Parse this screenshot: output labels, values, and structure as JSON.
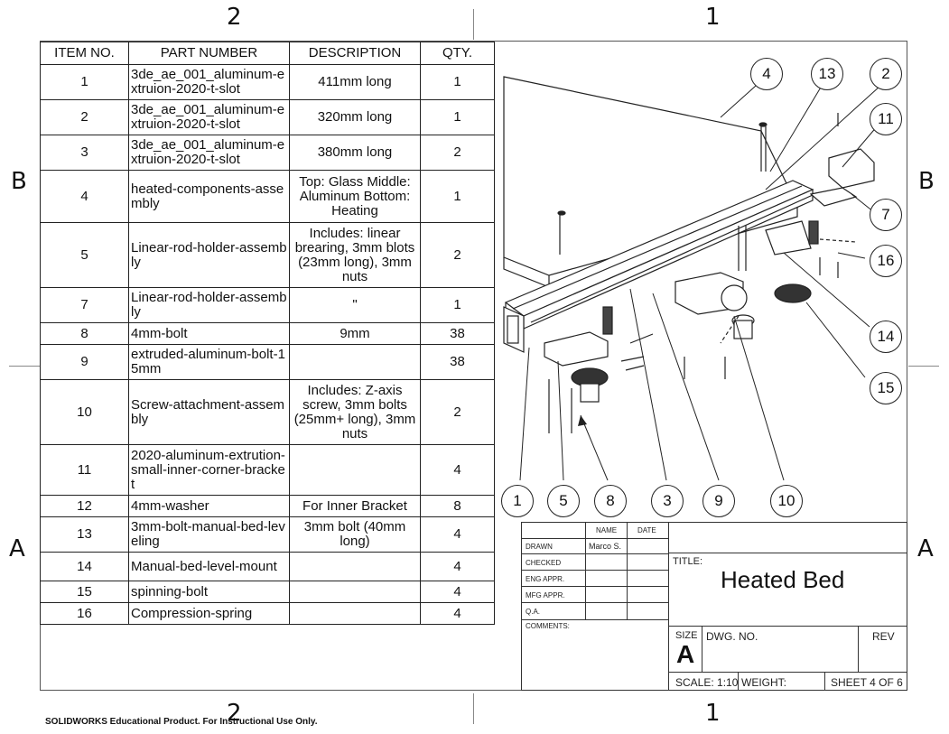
{
  "zones": {
    "top_left": "2",
    "top_right": "1",
    "bottom_left": "2",
    "bottom_right": "1",
    "left_upper": "B",
    "left_lower": "A",
    "right_upper": "B",
    "right_lower": "A"
  },
  "bom": {
    "headers": [
      "ITEM NO.",
      "PART NUMBER",
      "DESCRIPTION",
      "QTY."
    ],
    "rows": [
      {
        "item": "1",
        "part": "3de_ae_001_aluminum-extruion-2020-t-slot",
        "desc": "411mm long",
        "qty": "1"
      },
      {
        "item": "2",
        "part": "3de_ae_001_aluminum-extruion-2020-t-slot",
        "desc": "320mm long",
        "qty": "1"
      },
      {
        "item": "3",
        "part": "3de_ae_001_aluminum-extruion-2020-t-slot",
        "desc": "380mm long",
        "qty": "2"
      },
      {
        "item": "4",
        "part": "heated-components-assembly",
        "desc": "Top: Glass Middle: Aluminum Bottom: Heating",
        "qty": "1"
      },
      {
        "item": "5",
        "part": "Linear-rod-holder-assembly",
        "desc": "Includes: linear brearing, 3mm blots (23mm long), 3mm nuts",
        "qty": "2"
      },
      {
        "item": "7",
        "part": "Linear-rod-holder-assembly",
        "desc": "\"",
        "qty": "1"
      },
      {
        "item": "8",
        "part": "4mm-bolt",
        "desc": "9mm",
        "qty": "38"
      },
      {
        "item": "9",
        "part": "extruded-aluminum-bolt-15mm",
        "desc": "",
        "qty": "38"
      },
      {
        "item": "10",
        "part": "Screw-attachment-assembly",
        "desc": "Includes: Z-axis screw, 3mm bolts (25mm+ long), 3mm nuts",
        "qty": "2"
      },
      {
        "item": "11",
        "part": "2020-aluminum-extrution-small-inner-corner-bracket",
        "desc": "",
        "qty": "4"
      },
      {
        "item": "12",
        "part": "4mm-washer",
        "desc": "For Inner Bracket",
        "qty": "8"
      },
      {
        "item": "13",
        "part": "3mm-bolt-manual-bed-leveling",
        "desc": "3mm bolt (40mm long)",
        "qty": "4"
      },
      {
        "item": "14",
        "part": "Manual-bed-level-mount",
        "desc": "",
        "qty": "4"
      },
      {
        "item": "15",
        "part": "spinning-bolt",
        "desc": "",
        "qty": "4"
      },
      {
        "item": "16",
        "part": "Compression-spring",
        "desc": "",
        "qty": "4"
      }
    ]
  },
  "balloons": {
    "b4": "4",
    "b13": "13",
    "b2": "2",
    "b11": "11",
    "b7": "7",
    "b16": "16",
    "b14": "14",
    "b15": "15",
    "b1": "1",
    "b5": "5",
    "b8": "8",
    "b3": "3",
    "b9": "9",
    "b10": "10"
  },
  "title_block": {
    "name_header": "NAME",
    "date_header": "DATE",
    "drawn_label": "DRAWN",
    "drawn_name": "Marco S.",
    "checked_label": "CHECKED",
    "eng_label": "ENG APPR.",
    "mfg_label": "MFG APPR.",
    "qa_label": "Q.A.",
    "comments_label": "COMMENTS:",
    "title_label": "TITLE:",
    "title": "Heated Bed",
    "size_label": "SIZE",
    "size": "A",
    "dwg_label": "DWG.  NO.",
    "rev_label": "REV",
    "scale": "SCALE: 1:10",
    "weight": "WEIGHT:",
    "sheet": "SHEET 4 OF 6"
  },
  "footer": "SOLIDWORKS Educational Product. For Instructional Use Only."
}
